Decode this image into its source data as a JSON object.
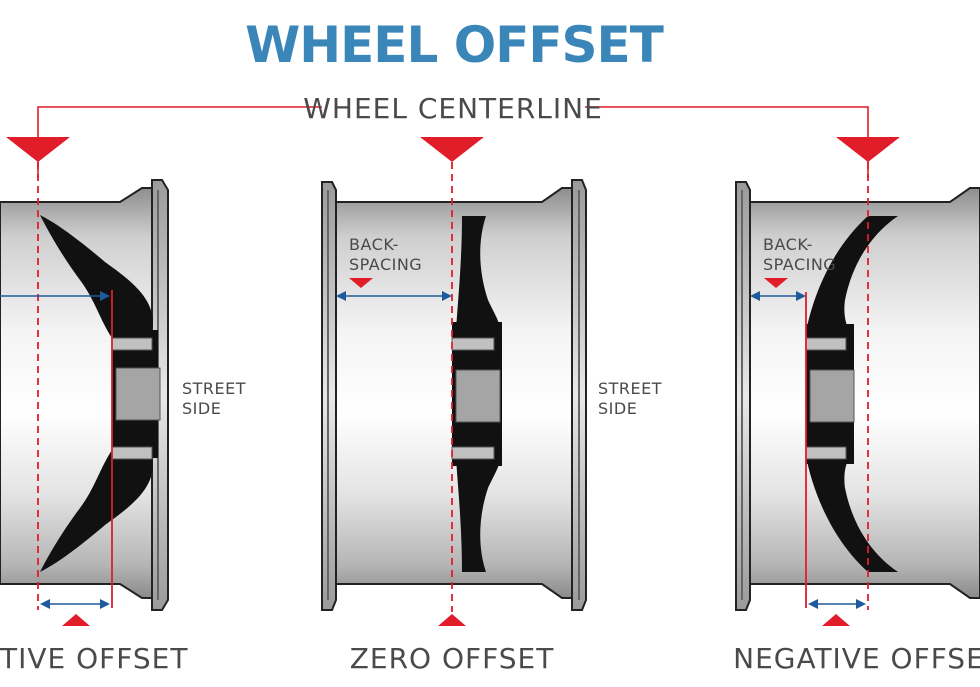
{
  "title": "WHEEL OFFSET",
  "centerline_label": "WHEEL CENTERLINE",
  "backspacing_label_line1": "BACK-",
  "backspacing_label_line2": "SPACING",
  "street_side_line1": "STREET",
  "street_side_line2": "SIDE",
  "wheels": [
    {
      "label": "TIVE OFFSET"
    },
    {
      "label": "ZERO OFFSET"
    },
    {
      "label": "NEGATIVE OFFSET"
    }
  ],
  "colors": {
    "title": "#3a86b9",
    "red": "#e11d2a",
    "blue": "#1e5a9e",
    "label": "#4a4a4a",
    "spoke": "#111111"
  }
}
